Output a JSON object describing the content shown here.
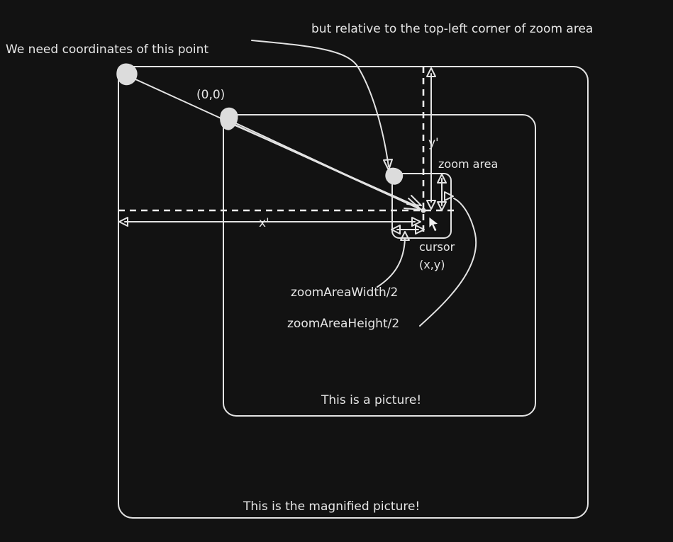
{
  "labels": {
    "need_coords": "We need coordinates of this point",
    "relative": "but relative to the top-left corner of zoom area",
    "origin": "(0,0)",
    "y_prime": "y'",
    "x_prime": "x'",
    "zoom_area": "zoom area",
    "cursor": "cursor",
    "cursor_xy": "(x,y)",
    "half_width": "zoomAreaWidth/2",
    "half_height": "zoomAreaHeight/2",
    "picture": "This is a picture!",
    "magnified": "This is the magnified picture!"
  },
  "colors": {
    "background": "#121212",
    "stroke": "#e3e3e3"
  }
}
